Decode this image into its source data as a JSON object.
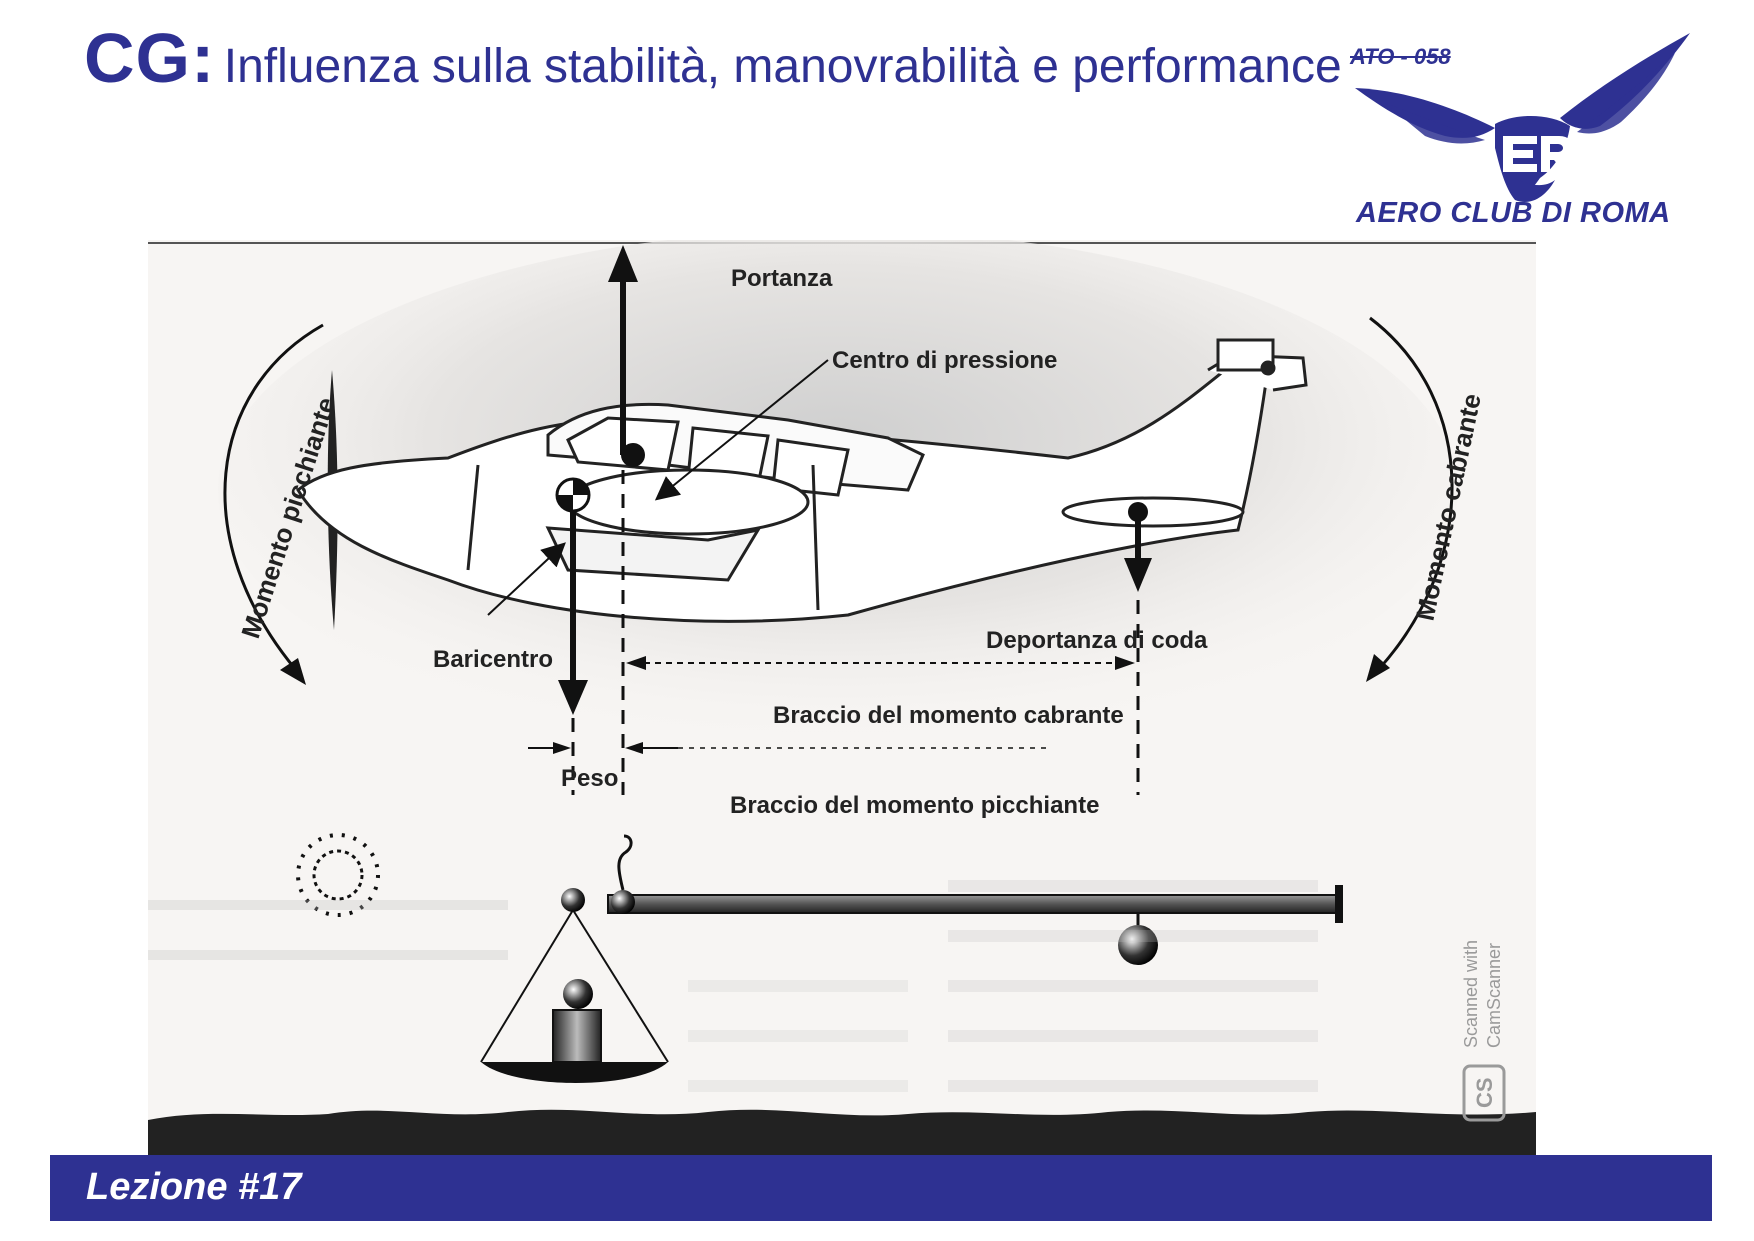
{
  "header": {
    "title_prefix": "CG:",
    "title_text": "Influenza sulla stabilità, manovrabilità e performance"
  },
  "logo": {
    "code": "ATO - 058",
    "name": "AERO CLUB DI ROMA",
    "color": "#2e3192"
  },
  "diagram": {
    "labels": {
      "portanza": "Portanza",
      "centro_pressione": "Centro di pressione",
      "momento_picchiante": "Momento picchiante",
      "momento_cabrante": "Momento cabrante",
      "baricentro": "Baricentro",
      "deportanza_coda": "Deportanza di coda",
      "braccio_cabrante": "Braccio del momento cabrante",
      "peso": "Peso",
      "braccio_picchiante": "Braccio del momento picchiante"
    },
    "watermark": {
      "line1": "Scanned with",
      "line2": "CamScanner",
      "badge": "CS"
    }
  },
  "footer": {
    "lesson": "Lezione #17"
  }
}
